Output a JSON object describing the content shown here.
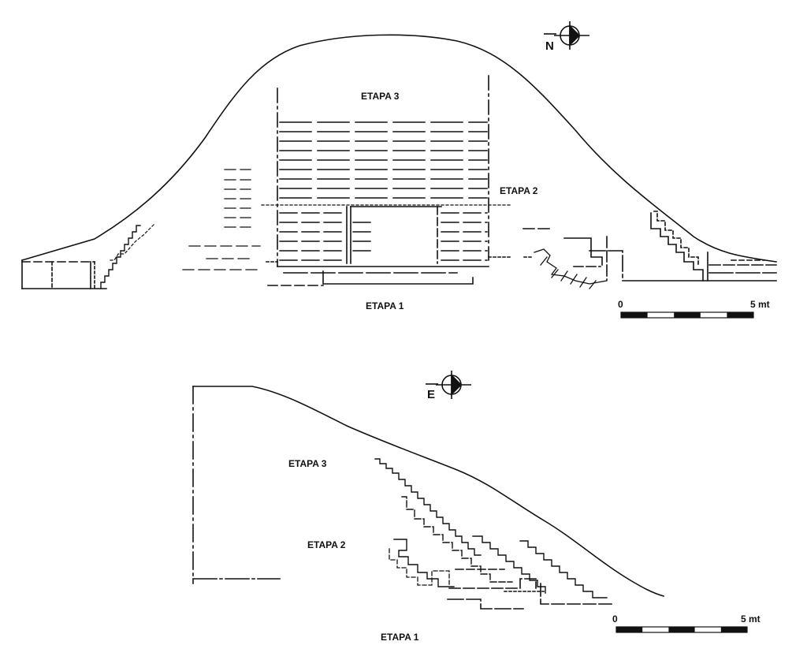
{
  "top_section": {
    "compass_letter": "N",
    "labels": {
      "stage3": "ETAPA 3",
      "stage2": "ETAPA 2",
      "stage1": "ETAPA 1"
    },
    "scale": {
      "start": "0",
      "end": "5 mt",
      "segments": 5
    }
  },
  "bottom_section": {
    "compass_letter": "E",
    "labels": {
      "stage3": "ETAPA 3",
      "stage2": "ETAPA 2",
      "stage1": "ETAPA 1"
    },
    "scale": {
      "start": "0",
      "end": "5 mt",
      "segments": 5
    }
  }
}
